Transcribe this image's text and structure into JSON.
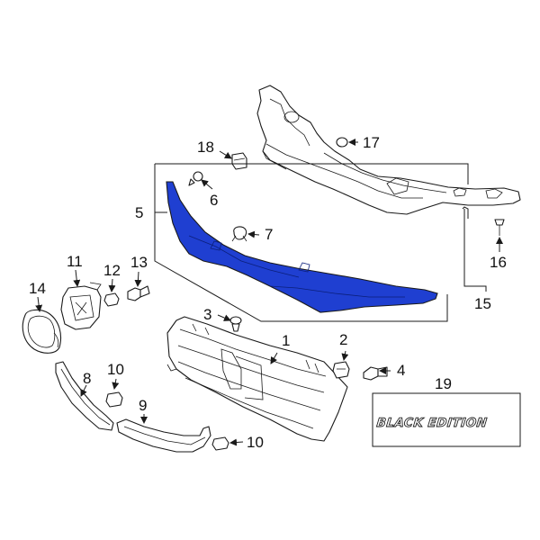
{
  "colors": {
    "highlight": "#1f3fd1",
    "line": "#1a1a1a",
    "background": "#ffffff"
  },
  "callouts": {
    "c1": "1",
    "c2": "2",
    "c3": "3",
    "c4": "4",
    "c5": "5",
    "c6": "6",
    "c7": "7",
    "c8": "8",
    "c9": "9",
    "c10a": "10",
    "c10b": "10",
    "c11": "11",
    "c12": "12",
    "c13": "13",
    "c14": "14",
    "c15": "15",
    "c16": "16",
    "c17": "17",
    "c18": "18",
    "c19": "19"
  },
  "emblem_text": "BLACK EDITION"
}
